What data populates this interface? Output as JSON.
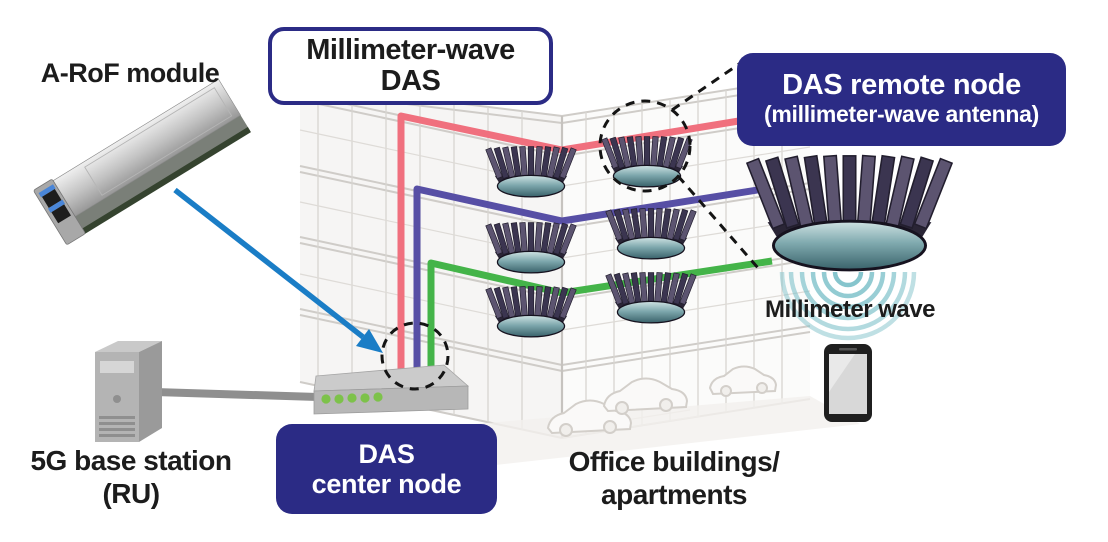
{
  "diagram_title": {
    "line1": "Millimeter-wave",
    "line2": "DAS"
  },
  "labels": {
    "arof_module": "A-RoF module",
    "base_station_line1": "5G base station",
    "base_station_line2": "(RU)",
    "das_center_node_line1": "DAS",
    "das_center_node_line2": "center node",
    "das_remote_node_line1": "DAS remote node",
    "das_remote_node_line2": "(millimeter-wave antenna)",
    "buildings_line1": "Office buildings/",
    "buildings_line2": "apartments",
    "millimeter_wave": "Millimeter wave"
  },
  "colors": {
    "navy_box": "#2b2b85",
    "red_fiber": "#f0707e",
    "purple_fiber": "#574fa5",
    "green_fiber": "#44b449",
    "arrow_blue": "#1a7dc6",
    "led_green": "#7dc24a",
    "wave_teal": "#7fc2ca",
    "cable_gray": "#8f8f8f"
  },
  "images": {
    "arof_module": "sfp-transceiver-photo",
    "base_station": "server-tower-icon",
    "center_node": "network-switch-icon",
    "remote_node": "heatsink-antenna-icon",
    "user_device": "smartphone-icon",
    "signal": "radio-wave-arcs-icon",
    "scene": "building-sketch-illustration"
  }
}
